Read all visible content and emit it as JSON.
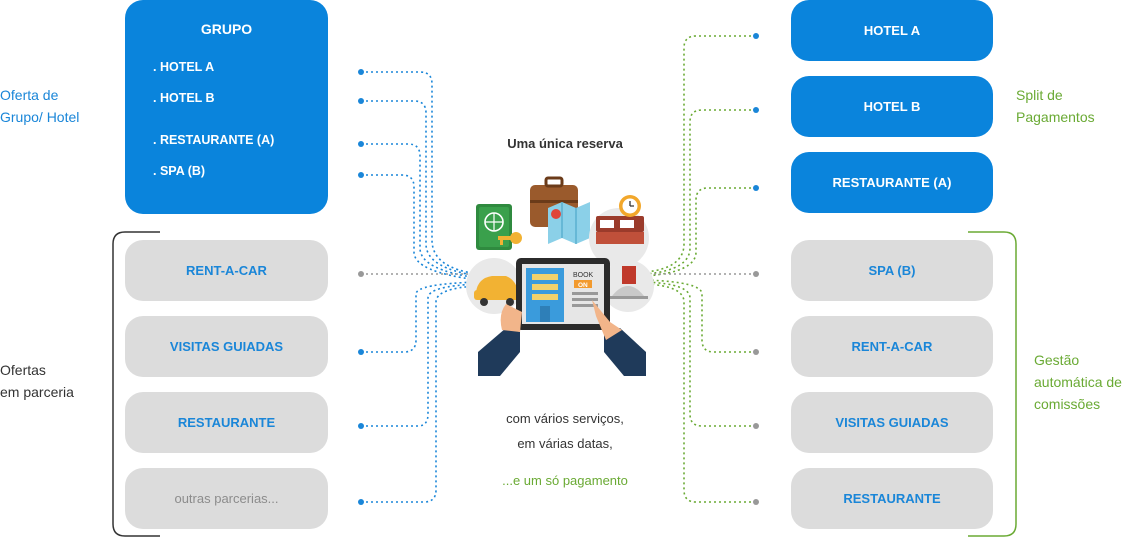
{
  "left": {
    "label_group_offer": [
      "Oferta de",
      "Grupo/ Hotel"
    ],
    "label_partner_offers": [
      "Ofertas",
      "em parceria"
    ],
    "group": {
      "title": "GRUPO",
      "items": [
        ". HOTEL A",
        ". HOTEL B",
        ". RESTAURANTE (A)",
        ". SPA (B)"
      ]
    },
    "partners": [
      "RENT-A-CAR",
      "VISITAS GUIADAS",
      "RESTAURANTE",
      "outras parcerias..."
    ]
  },
  "center": {
    "headline": "Uma única reserva",
    "line1": "com vários serviços,",
    "line2": "em várias datas,",
    "line3": "...e um só pagamento",
    "tablet_book": "BOOK",
    "tablet_on": "ON"
  },
  "right": {
    "label_split": [
      "Split de",
      "Pagamentos"
    ],
    "label_commissions": [
      "Gestão",
      "automática de",
      "comissões"
    ],
    "blue_boxes": [
      "HOTEL A",
      "HOTEL B",
      "RESTAURANTE (A)"
    ],
    "grey_boxes": [
      "SPA (B)",
      "RENT-A-CAR",
      "VISITAS GUIADAS",
      "RESTAURANTE"
    ]
  },
  "colors": {
    "blue": "#0a84dc",
    "grey_box": "#dcdcdc",
    "green": "#6aaa34",
    "bracket_dark": "#333333"
  },
  "icons": [
    "passport-icon",
    "key-icon",
    "suitcase-icon",
    "map-icon",
    "bed-icon",
    "clock-icon",
    "car-icon",
    "tablet-icon",
    "food-cloche-icon",
    "hands-icon"
  ]
}
